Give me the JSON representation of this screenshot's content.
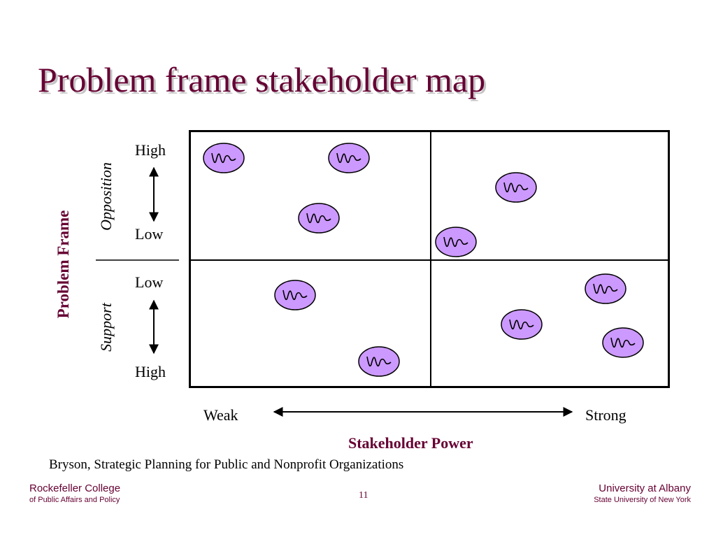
{
  "slide": {
    "title": "Problem frame stakeholder map",
    "page_number": "11"
  },
  "axes": {
    "y_title": "Problem Frame",
    "y_upper_label": "Opposition",
    "y_lower_label": "Support",
    "y_upper_top": "High",
    "y_upper_bottom": "Low",
    "y_lower_top": "Low",
    "y_lower_bottom": "High",
    "x_left": "Weak",
    "x_right": "Strong",
    "x_title": "Stakeholder Power"
  },
  "citation": "Bryson, Strategic Planning for Public and Nonprofit Organizations",
  "footer": {
    "left_main": "Rockefeller College",
    "left_sub": "of Public Affairs and Policy",
    "right_main": "University at Albany",
    "right_sub": "State University of New York"
  },
  "colors": {
    "title": "#660033",
    "stakeholder_fill": "#cc99ff",
    "grid": "#000000"
  },
  "stakeholder_icon": "squiggle-ellipse-icon"
}
